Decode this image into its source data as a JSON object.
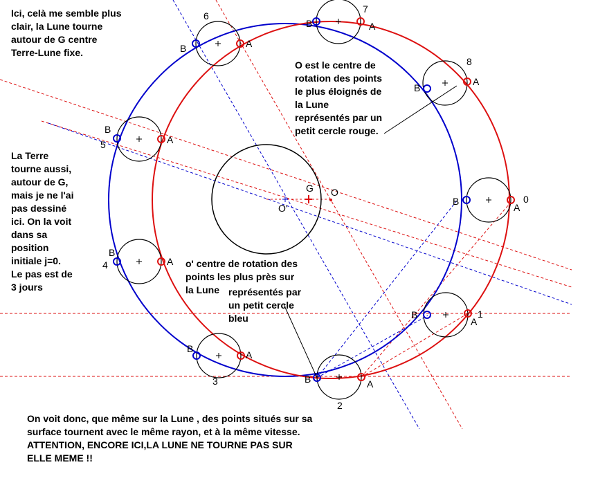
{
  "colors": {
    "blue": "#0000cc",
    "red": "#dd1111",
    "black": "#000000"
  },
  "notes": {
    "top_left": "Ici, celà me semble plus\nclair, la Lune tourne\nautour de G centre\nTerre-Lune fixe.",
    "o_center": "O est le centre de\nrotation des points\nle plus éloignés de\nla Lune\nreprésentés par un\npetit cercle rouge.",
    "earth": "La Terre\ntourne aussi,\nautour de G,\nmais je ne l'ai\npas dessiné\nici. On la voit\ndans sa\nposition\ninitiale j=0.\nLe pas est de\n3 jours",
    "o_prime": "o' centre de rotation des\npoints les plus près sur\nla Lune",
    "represented": "représentés par\nun petit cercle\nbleu",
    "bottom": "On voit donc, que même sur la Lune , des points situés sur sa\nsurface tournent avec le même rayon, et à la même vitesse.\nATTENTION, ENCORE ICI,LA LUNE NE TOURNE PAS SUR\nELLE MEME  !!"
  },
  "center_labels": {
    "G": "G",
    "O": "O",
    "O_prime": "O'"
  },
  "positions": [
    {
      "num": "0",
      "a": "A",
      "b": "B"
    },
    {
      "num": "1",
      "a": "A",
      "b": "B"
    },
    {
      "num": "2",
      "a": "A",
      "b": "B"
    },
    {
      "num": "3",
      "a": "A",
      "b": "B"
    },
    {
      "num": "4",
      "a": "A",
      "b": "B"
    },
    {
      "num": "5",
      "a": "A",
      "b": "B"
    },
    {
      "num": "6",
      "a": "A",
      "b": "B"
    },
    {
      "num": "7",
      "a": "A",
      "b": "B"
    },
    {
      "num": "8",
      "a": "A",
      "b": "B"
    }
  ]
}
